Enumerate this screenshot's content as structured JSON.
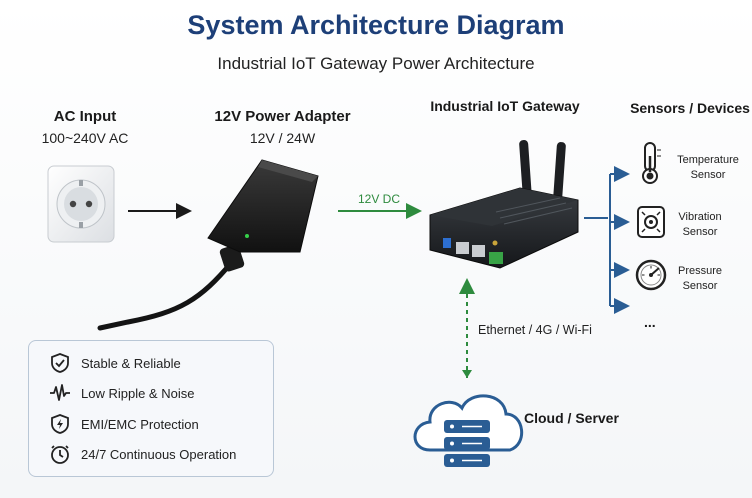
{
  "title": "System Architecture Diagram",
  "subtitle": "Industrial IoT Gateway Power Architecture",
  "ac_input": {
    "title": "AC Input",
    "spec": "100~240V AC"
  },
  "adapter": {
    "title": "12V Power Adapter",
    "spec": "12V / 24W"
  },
  "gateway": {
    "title": "Industrial IoT Gateway"
  },
  "dc_link": {
    "label": "12V DC",
    "color": "#2e8b3e"
  },
  "network_link": {
    "label": "Ethernet / 4G / Wi-Fi",
    "color": "#2e8b3e"
  },
  "cloud": {
    "label": "Cloud / Server",
    "color": "#2a5d94"
  },
  "sensors": {
    "title": "Sensors / Devices",
    "items": [
      {
        "line1": "Temperature",
        "line2": "Sensor",
        "icon": "thermometer-icon"
      },
      {
        "line1": "Vibration",
        "line2": "Sensor",
        "icon": "vibration-sensor-icon"
      },
      {
        "line1": "Pressure",
        "line2": "Sensor",
        "icon": "pressure-gauge-icon"
      }
    ],
    "more": "...",
    "line_color": "#2a5d94"
  },
  "features": [
    {
      "label": "Stable & Reliable",
      "icon": "shield-icon"
    },
    {
      "label": "Low Ripple & Noise",
      "icon": "waveform-icon"
    },
    {
      "label": "EMI/EMC Protection",
      "icon": "emi-shield-icon"
    },
    {
      "label": "24/7 Continuous Operation",
      "icon": "clock-icon"
    }
  ]
}
